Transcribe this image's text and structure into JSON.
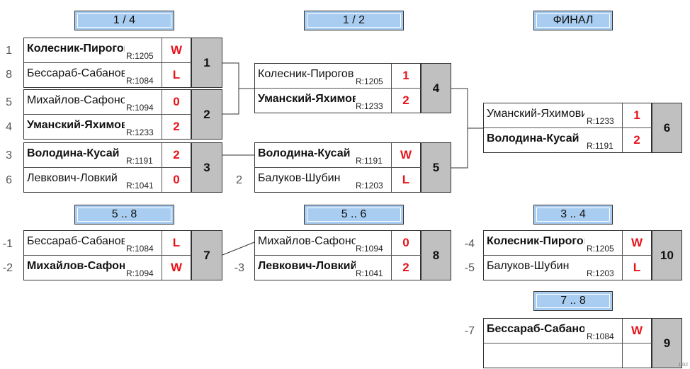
{
  "headers": {
    "qf": "1 / 4",
    "sf": "1 / 2",
    "final": "ФИНАЛ",
    "p58": "5 .. 8",
    "p56": "5 .. 6",
    "p34": "3 .. 4",
    "p78": "7 .. 8"
  },
  "seeds": {
    "m1a": "1",
    "m1b": "8",
    "m2a": "5",
    "m2b": "4",
    "m3a": "3",
    "m3b": "6",
    "m5b": "2",
    "m7a": "-1",
    "m7b": "-2",
    "m8b": "-3",
    "m10a": "-4",
    "m10b": "-5",
    "m9a": "-7"
  },
  "matches": {
    "m1": {
      "number": "1",
      "p1": {
        "name": "Колесник-Пирогов",
        "rating": "R:1205",
        "score": "W"
      },
      "p2": {
        "name": "Бессараб-Сабанов",
        "rating": "R:1084",
        "score": "L"
      }
    },
    "m2": {
      "number": "2",
      "p1": {
        "name": "Михайлов-Сафонов",
        "rating": "R:1094",
        "score": "0"
      },
      "p2": {
        "name": "Уманский-Яхимович",
        "rating": "R:1233",
        "score": "2"
      }
    },
    "m3": {
      "number": "3",
      "p1": {
        "name": "Володина-Кусай",
        "rating": "R:1191",
        "score": "2"
      },
      "p2": {
        "name": "Левкович-Ловкий",
        "rating": "R:1041",
        "score": "0"
      }
    },
    "m4": {
      "number": "4",
      "p1": {
        "name": "Колесник-Пирогов",
        "rating": "R:1205",
        "score": "1"
      },
      "p2": {
        "name": "Уманский-Яхимович",
        "rating": "R:1233",
        "score": "2"
      }
    },
    "m5": {
      "number": "5",
      "p1": {
        "name": "Володина-Кусай",
        "rating": "R:1191",
        "score": "W"
      },
      "p2": {
        "name": "Балуков-Шубин",
        "rating": "R:1203",
        "score": "L"
      }
    },
    "m6": {
      "number": "6",
      "p1": {
        "name": "Уманский-Яхимович",
        "rating": "R:1233",
        "score": "1"
      },
      "p2": {
        "name": "Володина-Кусай",
        "rating": "R:1191",
        "score": "2"
      }
    },
    "m7": {
      "number": "7",
      "p1": {
        "name": "Бессараб-Сабанов",
        "rating": "R:1084",
        "score": "L"
      },
      "p2": {
        "name": "Михайлов-Сафонов",
        "rating": "R:1094",
        "score": "W"
      }
    },
    "m8": {
      "number": "8",
      "p1": {
        "name": "Михайлов-Сафонов",
        "rating": "R:1094",
        "score": "0"
      },
      "p2": {
        "name": "Левкович-Ловкий",
        "rating": "R:1041",
        "score": "2"
      }
    },
    "m10": {
      "number": "10",
      "p1": {
        "name": "Колесник-Пирогов",
        "rating": "R:1205",
        "score": "W"
      },
      "p2": {
        "name": "Балуков-Шубин",
        "rating": "R:1203",
        "score": "L"
      }
    },
    "m9": {
      "number": "9",
      "p1": {
        "name": "Бессараб-Сабанов",
        "rating": "R:1084",
        "score": "W"
      },
      "p2": {
        "name": "",
        "rating": "",
        "score": ""
      }
    }
  },
  "watermark": "1.02"
}
